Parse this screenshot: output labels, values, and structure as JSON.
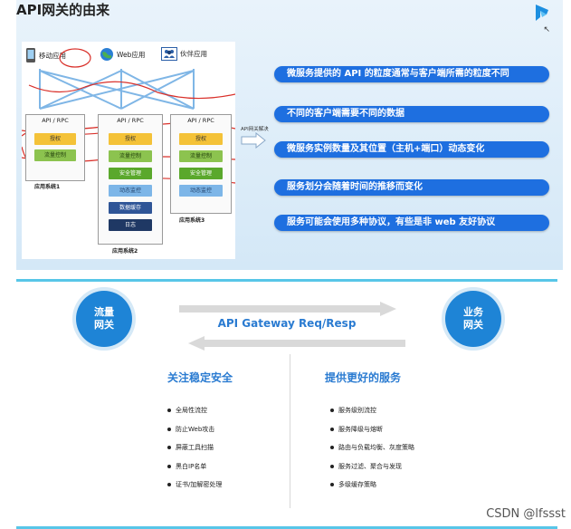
{
  "slide1": {
    "title": "API网关的由来",
    "apps": [
      {
        "label": "移动应用",
        "icon": "phone-icon"
      },
      {
        "label": "Web应用",
        "icon": "globe-icon"
      },
      {
        "label": "伙伴应用",
        "icon": "people-icon"
      }
    ],
    "systems": [
      {
        "header": "API / RPC",
        "name": "应用系统1",
        "modules": [
          "授权",
          "流量控制"
        ]
      },
      {
        "header": "API / RPC",
        "name": "应用系统2",
        "modules": [
          "授权",
          "流量控制",
          "安全管理",
          "动态监控",
          "数据缓存",
          "日志"
        ]
      },
      {
        "header": "API / RPC",
        "name": "应用系统3",
        "modules": [
          "授权",
          "流量控制",
          "安全管理",
          "动态监控"
        ]
      }
    ],
    "arrow_label": "API网关解决",
    "problems": [
      "微服务提供的 API 的粒度通常与客户端所需的粒度不同",
      "不同的客户端需要不同的数据",
      "微服务实例数量及其位置（主机+端口）动态变化",
      "服务划分会随着时间的推移而变化",
      "服务可能会使用多种协议，有些是非 web 友好协议"
    ],
    "colors": {
      "pill": "#1e6fe0",
      "auth": "#f4c238",
      "flow": "#8cc34f",
      "safe": "#5aa82c",
      "monitor": "#7db6e8",
      "cache": "#2f5597",
      "log": "#1f3864",
      "pen": "#d9302a"
    }
  },
  "slide2": {
    "left_circle": [
      "流量",
      "网关"
    ],
    "right_circle": [
      "业务",
      "网关"
    ],
    "gateway_label": "API Gateway Req/Resp",
    "left_title": "关注稳定安全",
    "right_title": "提供更好的服务",
    "left_items": [
      "全局性流控",
      "防止Web攻击",
      "屏蔽工具扫描",
      "黑白IP名单",
      "证书/加解密处理"
    ],
    "right_items": [
      "服务级别流控",
      "服务降级与熔断",
      "路由与负载均衡、灰度策略",
      "服务过滤、聚合与发现",
      "多级缓存策略"
    ],
    "colors": {
      "circle": "#1e84d6",
      "accent": "#2a7bd1",
      "border": "#58c6e8"
    }
  },
  "watermark": "CSDN @lfssst"
}
